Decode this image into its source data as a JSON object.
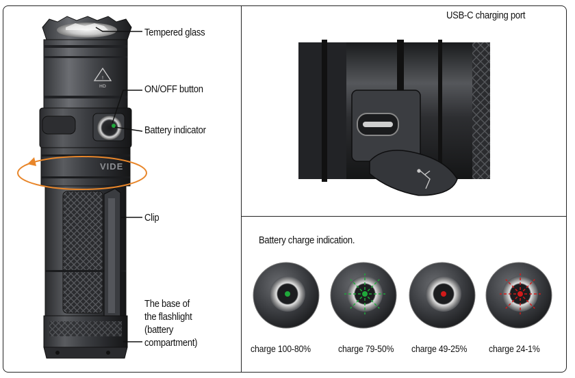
{
  "callouts": {
    "tempered_glass": "Tempered glass",
    "on_off_button": "ON/OFF button",
    "battery_indicator": "Battery indicator",
    "clip": "Clip",
    "base": "The base of\nthe flashlight\n(battery\ncompartment)"
  },
  "flashlight": {
    "badge": "HD",
    "brand_fragment": "VIDE"
  },
  "usb_panel": {
    "title": "USB-C charging port"
  },
  "charge_panel": {
    "title": "Battery charge indication.",
    "states": [
      {
        "label": "charge 100-80%",
        "color": "#1fa83a",
        "mode": "steady"
      },
      {
        "label": "charge 79-50%",
        "color": "#1fa83a",
        "mode": "blinking"
      },
      {
        "label": "charge 49-25%",
        "color": "#d11a1a",
        "mode": "steady"
      },
      {
        "label": "charge 24-1%",
        "color": "#d11a1a",
        "mode": "blinking"
      }
    ]
  },
  "colors": {
    "rotation_arrow": "#e8862a",
    "green_led": "#1fa83a",
    "red_led": "#d11a1a"
  }
}
